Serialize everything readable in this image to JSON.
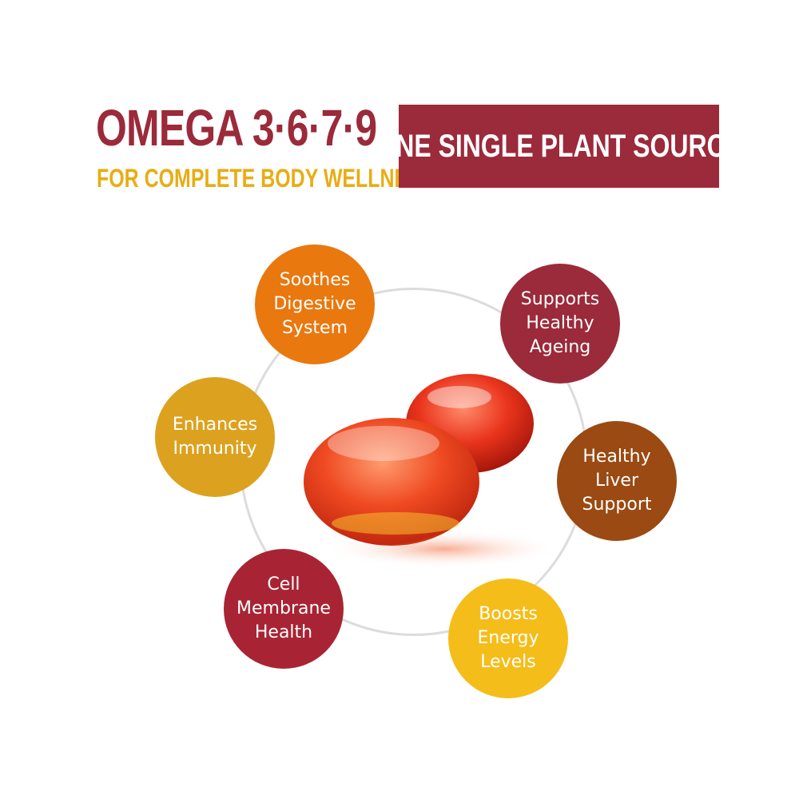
{
  "header": {
    "title": "OMEGA 3·6·7·9",
    "subtitle": "FOR COMPLETE BODY WELLNESS",
    "banner": "ONE SINGLE PLANT SOURCE"
  },
  "colors": {
    "maroon": "#9b2a3a",
    "gold": "#e8ad14",
    "orange": "#e9780f",
    "brown": "#9a4a12",
    "yellow": "#f5bd1a",
    "mustard": "#dca21f",
    "red": "#a82434"
  },
  "benefits": [
    {
      "label": "Soothes\nDigestive\nSystem",
      "color": "#e9780f"
    },
    {
      "label": "Supports\nHealthy\nAgeing",
      "color": "#9b2a3a"
    },
    {
      "label": "Enhances\nImmunity",
      "color": "#dca21f"
    },
    {
      "label": "Healthy\nLiver\nSupport",
      "color": "#9a4a12"
    },
    {
      "label": "Cell\nMembrane\nHealth",
      "color": "#a82434"
    },
    {
      "label": "Boosts\nEnergy\nLevels",
      "color": "#f5bd1a"
    }
  ],
  "image": {
    "icon": "softgel-capsules-icon"
  }
}
